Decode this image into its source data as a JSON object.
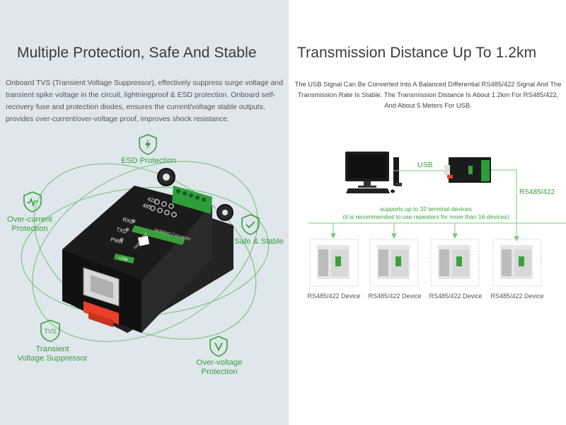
{
  "left": {
    "title": "Multiple Protection, Safe And Stable",
    "description": "Onboard TVS (Transient Voltage Suppressor), effectively suppress surge voltage and transient spike voltage in the circuit, lightningproof & ESD protection. Onboard self-recovery fuse and protection diodes, ensures the current/voltage stable outputs, provides over-current/over-voltage proof, improves shock resistance.",
    "features": {
      "esd": "ESD Protection",
      "overcurrent_1": "Over-current",
      "overcurrent_2": "Protection",
      "safe": "Safe & Stable",
      "tvs_icon": "TVS",
      "tvs_1": "Transient",
      "tvs_2": "Voltage Suppressor",
      "overvoltage_1": "Over-voltage",
      "overvoltage_2": "Protection"
    },
    "device": {
      "label_rxd": "RXD",
      "label_txd": "TXD",
      "label_pwr": "PWR",
      "label_422": "422",
      "label_485": "485",
      "label_isolated": "Isolated Converter",
      "label_brand": "Waveshare",
      "label_usb": "USB"
    }
  },
  "right": {
    "title": "Transmission Distance Up To 1.2km",
    "description": "The USB Signal Can Be Converted Into A Balanced Differential RS485/422 Signal And The Transmission Rate Is Stable. The Transmission Distance Is About 1.2km For RS485/422, And About 5 Meters For USB.",
    "diagram": {
      "usb_label": "USB",
      "rs_label": "RS485/422",
      "support_line1": "supports up to 32 terminal devices",
      "support_line2": "(it is recommended to use repeaters for more than 16 devices)",
      "devices": [
        "RS485/422 Device",
        "RS485/422 Device",
        "RS485/422 Device",
        "RS485/422 Device"
      ]
    }
  },
  "colors": {
    "left_bg": "#dfe6ec",
    "accent_green": "#3aa03a",
    "device_body": "#1e1e1e",
    "terminal_green": "#2e9e3a",
    "connector_red": "#e8402a"
  }
}
